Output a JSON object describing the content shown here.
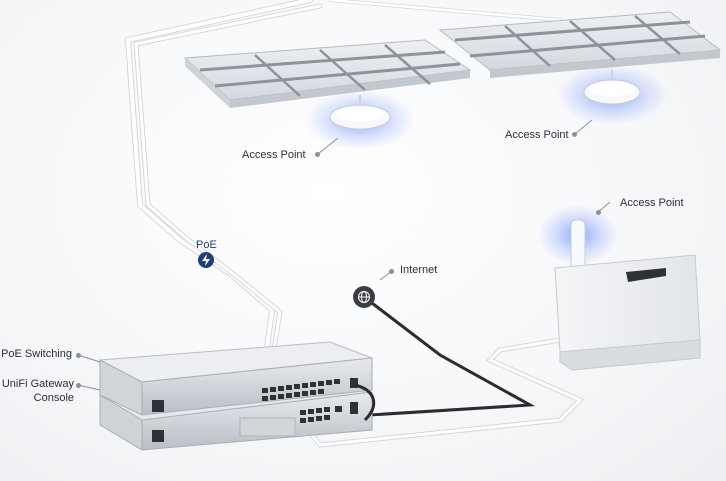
{
  "labels": {
    "access_point_1": "Access Point",
    "access_point_2": "Access Point",
    "access_point_3": "Access Point",
    "internet": "Internet",
    "poe": "PoE",
    "poe_switching": "PoE Switching",
    "gateway_line1": "UniFi Gateway",
    "gateway_line2": "Console"
  },
  "icons": {
    "poe": "lightning-bolt-icon",
    "internet": "globe-icon"
  },
  "colors": {
    "accent_glow": "#3b6cff",
    "poe_badge": "#1f3f7a",
    "internet_badge": "#3a3d42",
    "cable_white": "#ffffff",
    "cable_dark": "#2a2c30"
  }
}
